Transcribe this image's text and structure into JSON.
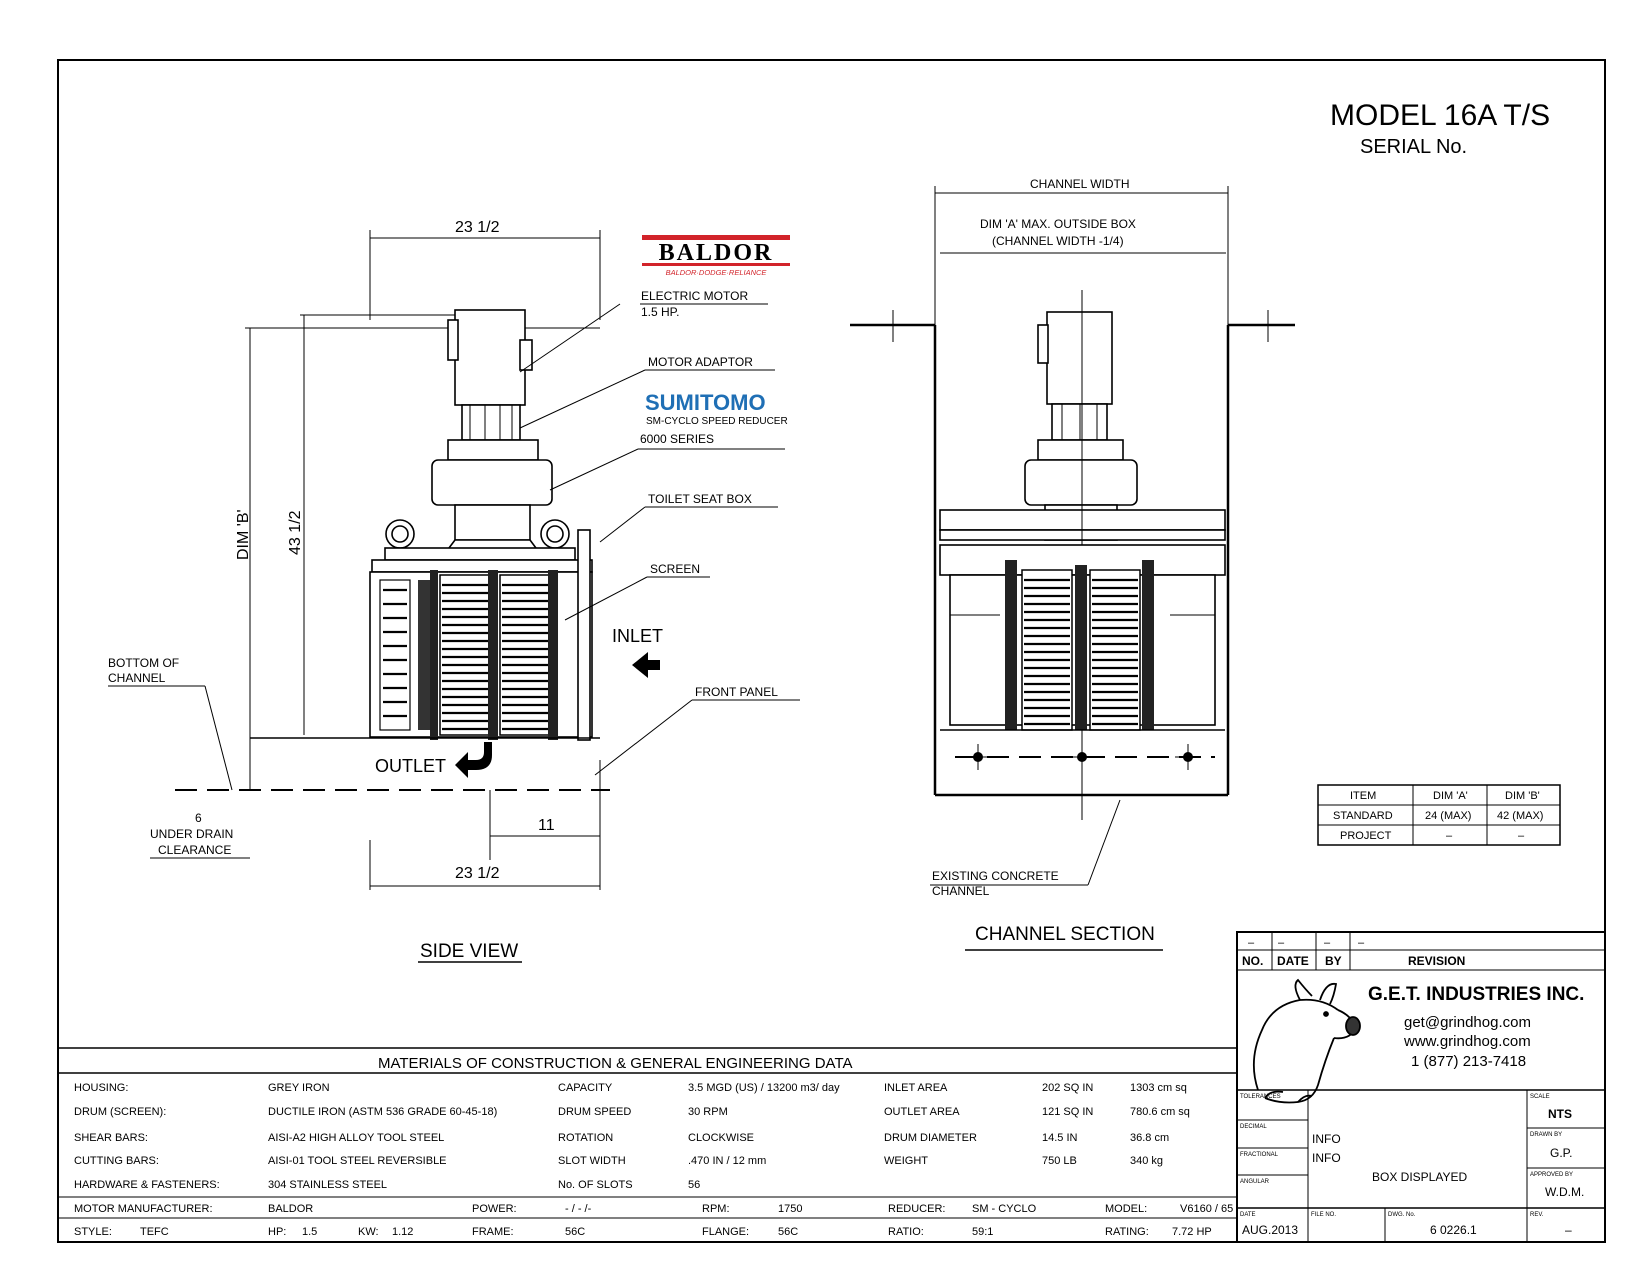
{
  "title": {
    "model": "MODEL 16A T/S",
    "serial": "SERIAL No."
  },
  "side_view": {
    "heading": "SIDE VIEW",
    "dim_top": "23 1/2",
    "dim_bottom": "23 1/2",
    "dim_height": "43 1/2",
    "dim_b": "DIM 'B'",
    "dim_11": "11",
    "bottom_of_channel": [
      "BOTTOM OF",
      "CHANNEL"
    ],
    "under_drain": [
      "6",
      "UNDER DRAIN",
      "CLEARANCE"
    ],
    "inlet": "INLET",
    "outlet": "OUTLET"
  },
  "callouts": {
    "electric_motor": [
      "ELECTRIC MOTOR",
      "1.5 HP."
    ],
    "motor_adaptor": "MOTOR ADAPTOR",
    "series": "6000 SERIES",
    "toilet_seat_box": "TOILET SEAT BOX",
    "screen": "SCREEN",
    "front_panel": "FRONT PANEL"
  },
  "logos": {
    "baldor": "BALDOR",
    "baldor_sub": "BALDOR·DODGE·RELIANCE",
    "sumitomo": "SUMITOMO",
    "sumitomo_sub": "SM-CYCLO SPEED REDUCER"
  },
  "channel_section": {
    "heading": "CHANNEL SECTION",
    "channel_width": "CHANNEL WIDTH",
    "dim_a": [
      "DIM 'A' MAX. OUTSIDE BOX",
      "(CHANNEL WIDTH -1/4)"
    ],
    "existing_concrete": [
      "EXISTING CONCRETE",
      "CHANNEL"
    ]
  },
  "dim_table": {
    "headers": [
      "ITEM",
      "DIM 'A'",
      "DIM 'B'"
    ],
    "rows": [
      [
        "STANDARD",
        "24 (MAX)",
        "42 (MAX)"
      ],
      [
        "PROJECT",
        "–",
        "–"
      ]
    ]
  },
  "revision": {
    "cells": [
      "–",
      "–",
      "–",
      "–"
    ],
    "headers": [
      "NO.",
      "DATE",
      "BY",
      "REVISION"
    ]
  },
  "company": {
    "name": "G.E.T. INDUSTRIES INC.",
    "email": "get@grindhog.com",
    "web": "www.grindhog.com",
    "phone": "1 (877) 213-7418"
  },
  "title_block": {
    "tol_labels": [
      "TOLERANCES",
      "DECIMAL",
      "FRACTIONAL",
      "ANGULAR"
    ],
    "info1": "INFO",
    "info2": "INFO",
    "box": "BOX DISPLAYED",
    "scale_label": "SCALE",
    "scale": "NTS",
    "drawn_label": "DRAWN BY",
    "drawn": "G.P.",
    "approved_label": "APPROVED BY",
    "approved": "W.D.M.",
    "date_label": "DATE",
    "date": "AUG.2013",
    "file_label": "FILE NO.",
    "dwg_label": "DWG. No.",
    "dwg": "6 0226.1",
    "rev_label": "REV.",
    "rev": "–"
  },
  "materials": {
    "heading": "MATERIALS OF CONSTRUCTION & GENERAL ENGINEERING DATA",
    "rows": [
      [
        "HOUSING:",
        "GREY IRON",
        "CAPACITY",
        "3.5 MGD (US) / 13200 m3/ day",
        "INLET AREA",
        "202 SQ IN",
        "1303 cm sq"
      ],
      [
        "DRUM (SCREEN):",
        "DUCTILE IRON (ASTM 536 GRADE 60-45-18)",
        "DRUM SPEED",
        "30 RPM",
        "OUTLET AREA",
        "121 SQ IN",
        "780.6 cm sq"
      ],
      [
        "SHEAR BARS:",
        "AISI-A2 HIGH ALLOY TOOL STEEL",
        "ROTATION",
        "CLOCKWISE",
        "DRUM DIAMETER",
        "14.5 IN",
        "36.8 cm"
      ],
      [
        "CUTTING BARS:",
        "AISI-01 TOOL STEEL REVERSIBLE",
        "SLOT WIDTH",
        ".470 IN / 12 mm",
        "WEIGHT",
        "750 LB",
        "340 kg"
      ],
      [
        "HARDWARE & FASTENERS:",
        "304 STAINLESS STEEL",
        "No. OF SLOTS",
        "56",
        "",
        "",
        ""
      ]
    ],
    "motor_row": [
      "MOTOR MANUFACTURER:",
      "BALDOR",
      "POWER:",
      "- / - /-",
      "RPM:",
      "1750",
      "REDUCER:",
      "SM - CYCLO",
      "MODEL:",
      "V6160 / 65"
    ],
    "style_row": [
      "STYLE:",
      "TEFC",
      "HP:",
      "1.5",
      "KW:",
      "1.12",
      "FRAME:",
      "56C",
      "FLANGE:",
      "56C",
      "RATIO:",
      "59:1",
      "RATING:",
      "7.72 HP"
    ]
  },
  "colors": {
    "baldor_red": "#d2232a",
    "sumitomo_blue": "#1f6fb5",
    "line": "#000000"
  }
}
